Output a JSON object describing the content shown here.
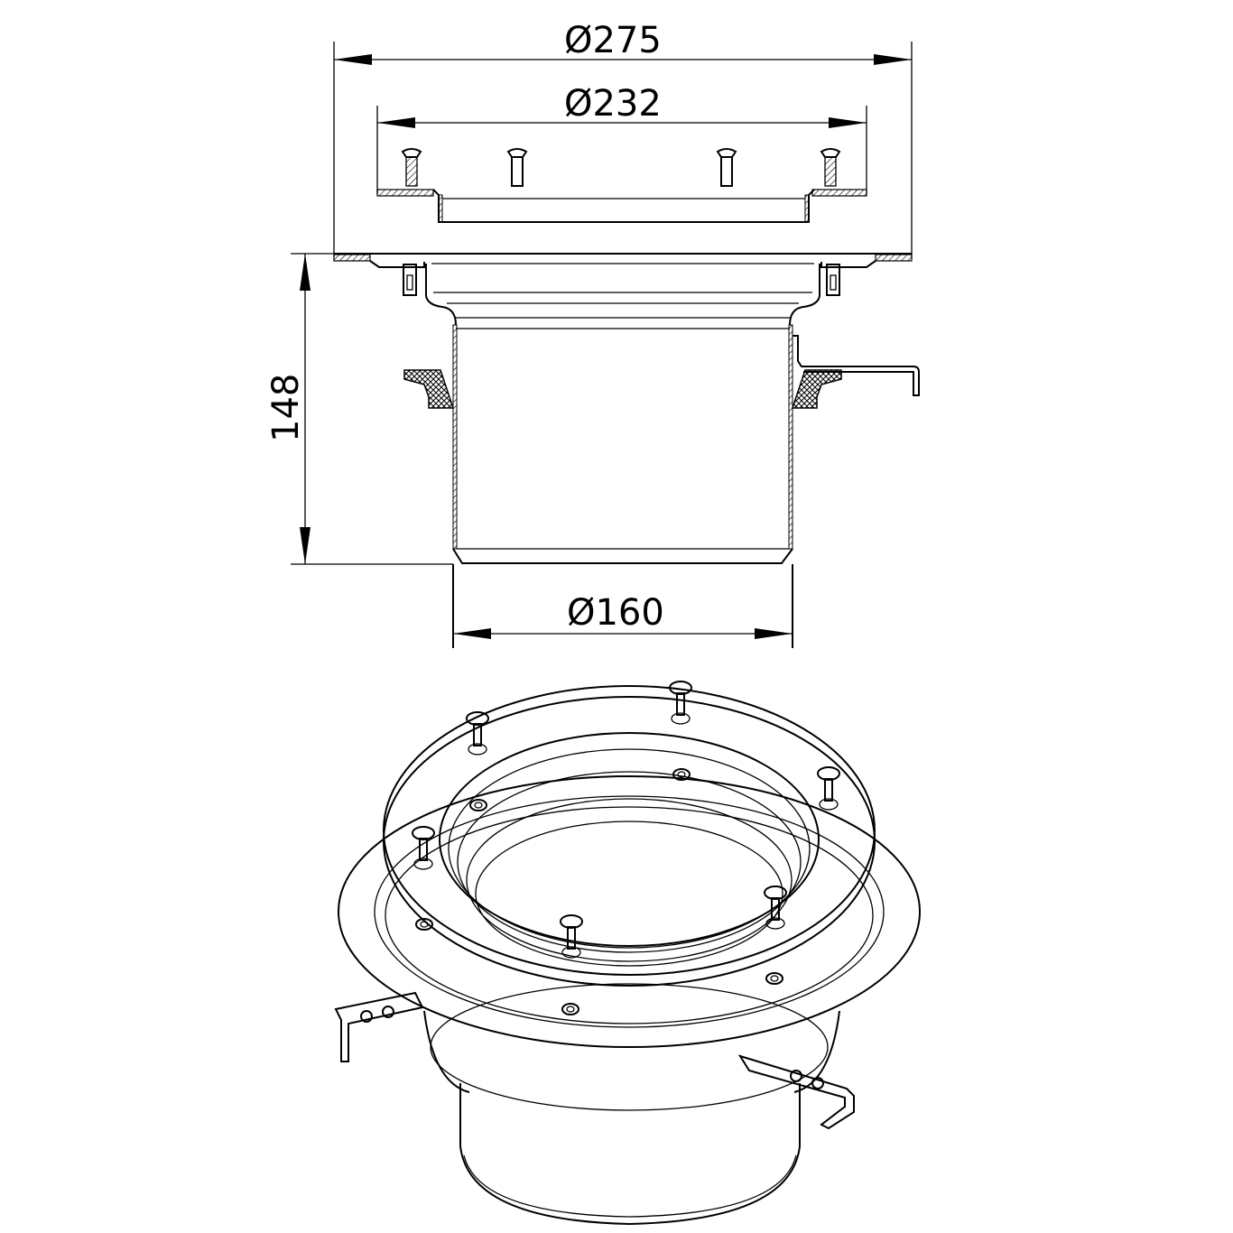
{
  "drawing": {
    "title": "Floor drain body technical drawing",
    "views": [
      "section-view",
      "isometric-view"
    ],
    "line_color": "#000000",
    "background": "#ffffff"
  },
  "dimensions": {
    "outer_flange_diameter": {
      "symbol": "Ø",
      "value": "275",
      "label": "Ø275"
    },
    "clamping_ring_diameter": {
      "symbol": "Ø",
      "value": "232",
      "label": "Ø232"
    },
    "height": {
      "value": "148",
      "label": "148"
    },
    "outlet_diameter": {
      "symbol": "Ø",
      "value": "160",
      "label": "Ø160"
    }
  },
  "components": {
    "screws_in_section": 4,
    "screws_in_isometric": 6,
    "bolt_holes_visible": 5,
    "mounting_brackets": 2,
    "seal_ring": "cross-hatched sealing ring",
    "outlet": "vertical outlet pipe"
  }
}
